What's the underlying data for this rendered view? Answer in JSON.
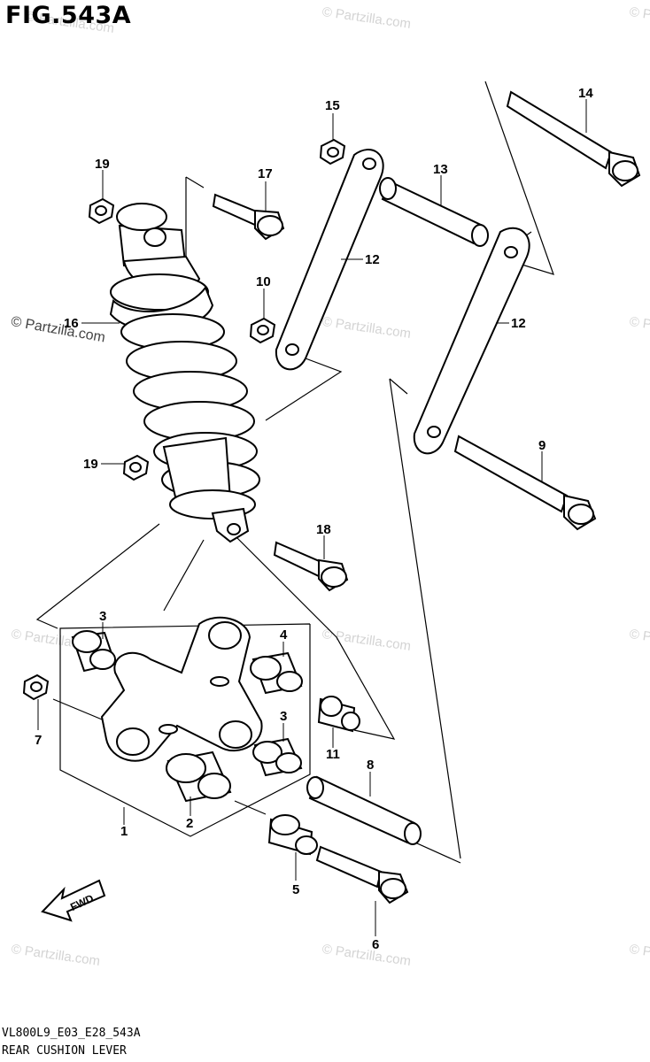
{
  "figure": {
    "title": "FIG.543A"
  },
  "footer": {
    "code": "VL800L9_E03_E28_543A",
    "caption": "REAR CUSHION LEVER"
  },
  "watermark": {
    "text": "© Partzilla.com"
  },
  "fwd_label": "FWD",
  "callouts": {
    "c1": "1",
    "c2": "2",
    "c3a": "3",
    "c3b": "3",
    "c4": "4",
    "c5": "5",
    "c6": "6",
    "c7": "7",
    "c8": "8",
    "c9": "9",
    "c10": "10",
    "c11": "11",
    "c12a": "12",
    "c12b": "12",
    "c13": "13",
    "c14": "14",
    "c15": "15",
    "c16": "16",
    "c17": "17",
    "c18": "18",
    "c19a": "19",
    "c19b": "19"
  }
}
